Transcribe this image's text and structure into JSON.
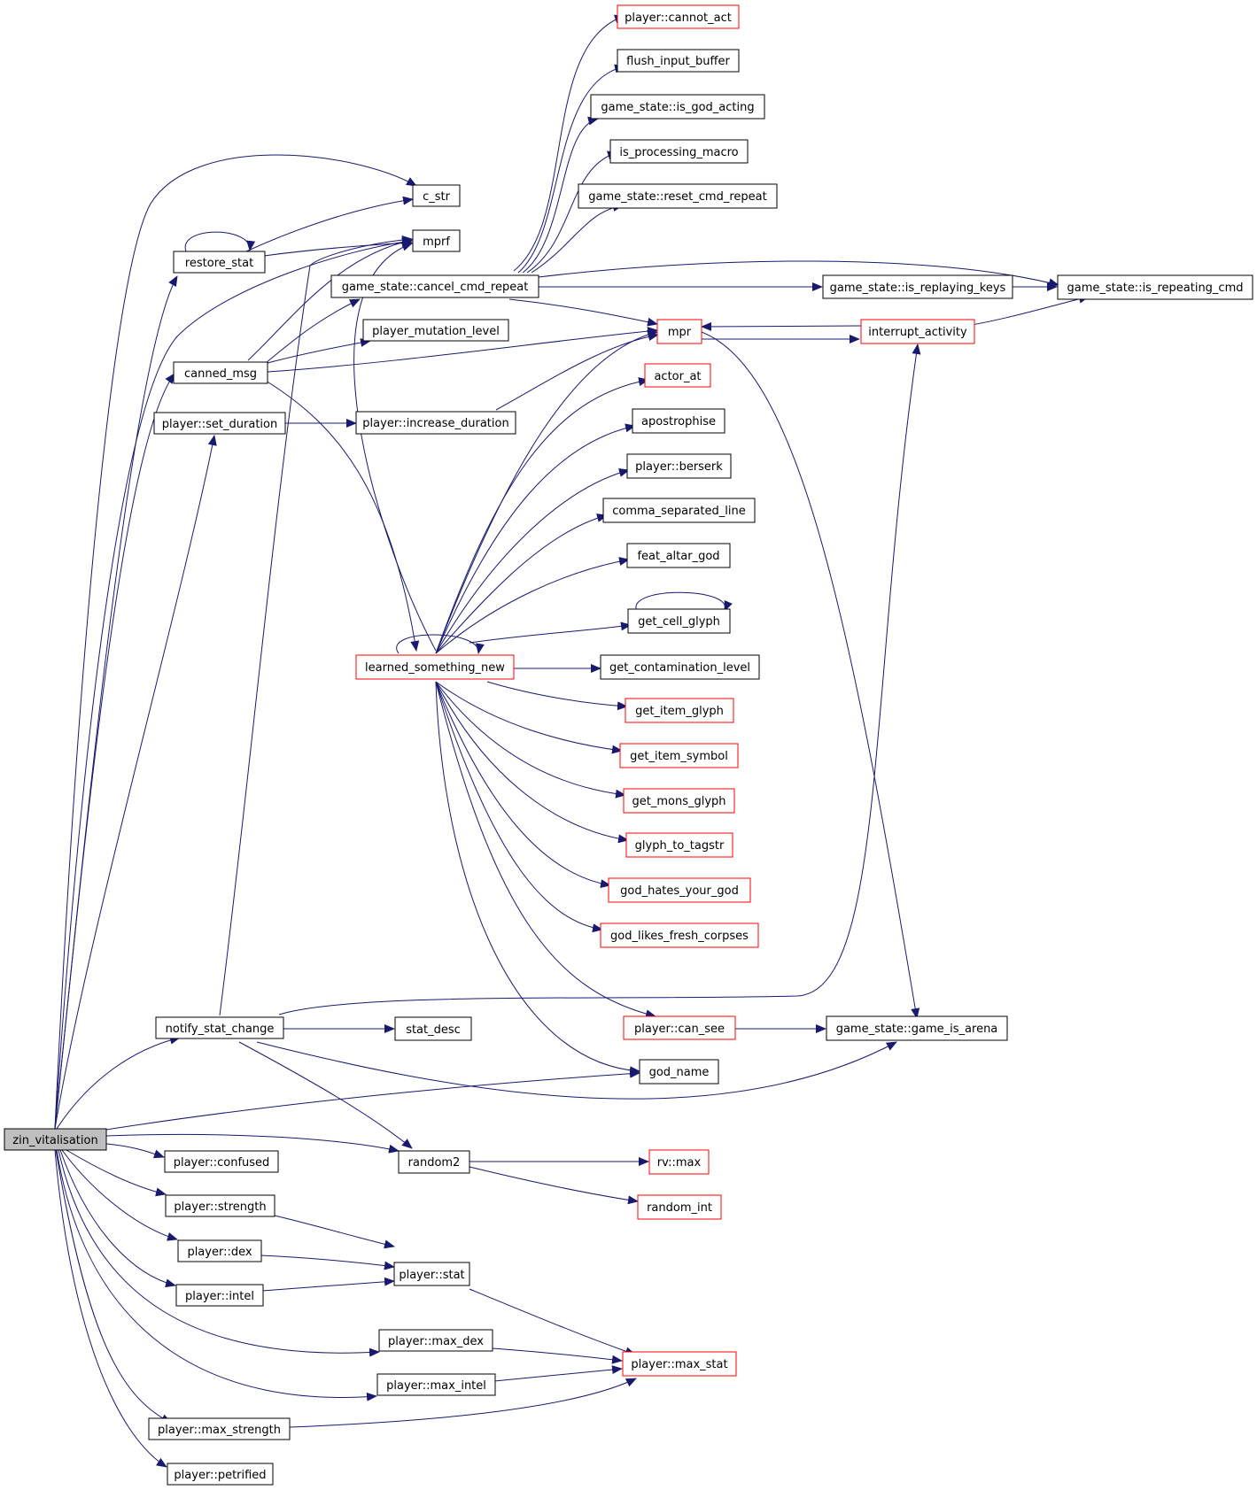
{
  "graph": {
    "nodes": {
      "zin_vitalisation": "zin_vitalisation",
      "restore_stat": "restore_stat",
      "canned_msg": "canned_msg",
      "player_set_duration": "player::set_duration",
      "notify_stat_change": "notify_stat_change",
      "player_confused": "player::confused",
      "player_strength": "player::strength",
      "player_dex": "player::dex",
      "player_intel": "player::intel",
      "player_max_dex": "player::max_dex",
      "player_max_intel": "player::max_intel",
      "player_max_strength": "player::max_strength",
      "player_petrified": "player::petrified",
      "c_str": "c_str",
      "mprf": "mprf",
      "cancel_cmd_repeat": "game_state::cancel_cmd_repeat",
      "player_mutation_level": "player_mutation_level",
      "player_increase_duration": "player::increase_duration",
      "learned_something_new": "learned_something_new",
      "stat_desc": "stat_desc",
      "random2": "random2",
      "player_stat": "player::stat",
      "player_cannot_act": "player::cannot_act",
      "flush_input_buffer": "flush_input_buffer",
      "is_god_acting": "game_state::is_god_acting",
      "is_processing_macro": "is_processing_macro",
      "reset_cmd_repeat": "game_state::reset_cmd_repeat",
      "mpr": "mpr",
      "actor_at": "actor_at",
      "apostrophise": "apostrophise",
      "player_berserk": "player::berserk",
      "comma_separated_line": "comma_separated_line",
      "feat_altar_god": "feat_altar_god",
      "get_cell_glyph": "get_cell_glyph",
      "get_contamination_level": "get_contamination_level",
      "get_item_glyph": "get_item_glyph",
      "get_item_symbol": "get_item_symbol",
      "get_mons_glyph": "get_mons_glyph",
      "glyph_to_tagstr": "glyph_to_tagstr",
      "god_hates_your_god": "god_hates_your_god",
      "god_likes_fresh_corpses": "god_likes_fresh_corpses",
      "player_can_see": "player::can_see",
      "god_name": "god_name",
      "rv_max": "rv::max",
      "random_int": "random_int",
      "player_max_stat": "player::max_stat",
      "is_replaying_keys": "game_state::is_replaying_keys",
      "interrupt_activity": "interrupt_activity",
      "game_is_arena": "game_state::game_is_arena",
      "is_repeating_cmd": "game_state::is_repeating_cmd"
    },
    "colors": {
      "edge": "#191970",
      "border_default": "#000000",
      "border_truncated": "#ff0000",
      "root_fill": "#bfbfbf"
    }
  }
}
